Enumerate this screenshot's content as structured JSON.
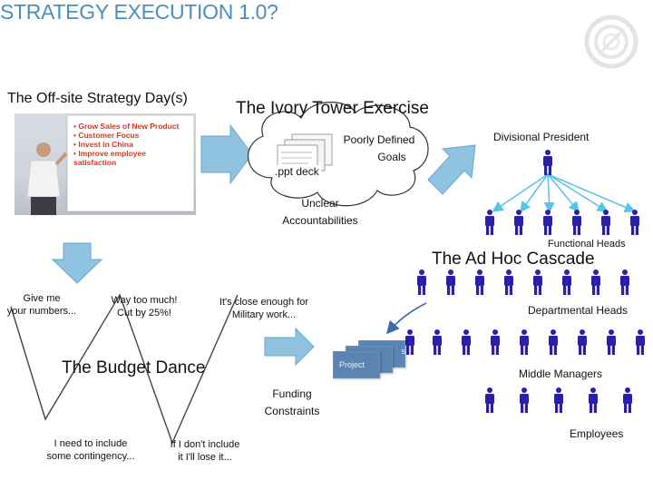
{
  "slide": {
    "title": "STRATEGY EXECUTION 1.0?"
  },
  "colors": {
    "title": "#4a8fbd",
    "arrow_fill": "#8fc3df",
    "person": "#2a1fa8",
    "connector": "#55c4e6",
    "outline": "#3a6ea5"
  },
  "offsite": {
    "heading": "The Off-site Strategy Day(s)",
    "whiteboard": [
      "• Grow Sales of New Product",
      "• Customer Focus",
      "• Invest in China",
      "• Improve employee",
      "satisfaction"
    ]
  },
  "ivory": {
    "heading": "The Ivory Tower Exercise",
    "poorly_defined": "Poorly Defined",
    "goals": "Goals",
    "ppt": ".ppt deck",
    "unclear": "Unclear",
    "accountabilities": "Accountabilities"
  },
  "cascade": {
    "divisional": "Divisional President",
    "functional": "Functional Heads",
    "heading": "The Ad Hoc Cascade",
    "departmental": "Departmental Heads",
    "middle": "Middle Managers",
    "employees": "Employees"
  },
  "budget": {
    "heading": "The Budget Dance",
    "give": [
      "Give me",
      "your numbers..."
    ],
    "toomuch": [
      "Way too much!",
      "Cut by 25%!"
    ],
    "closeenough": [
      "It's close enough for",
      "Military work..."
    ],
    "contingency": [
      "I need to include",
      "some contingency..."
    ],
    "loseit": [
      "If I don't include",
      "it I'll lose it..."
    ],
    "funding": "Funding",
    "constraints": "Constraints",
    "project": "Project",
    "project_back": "s"
  }
}
